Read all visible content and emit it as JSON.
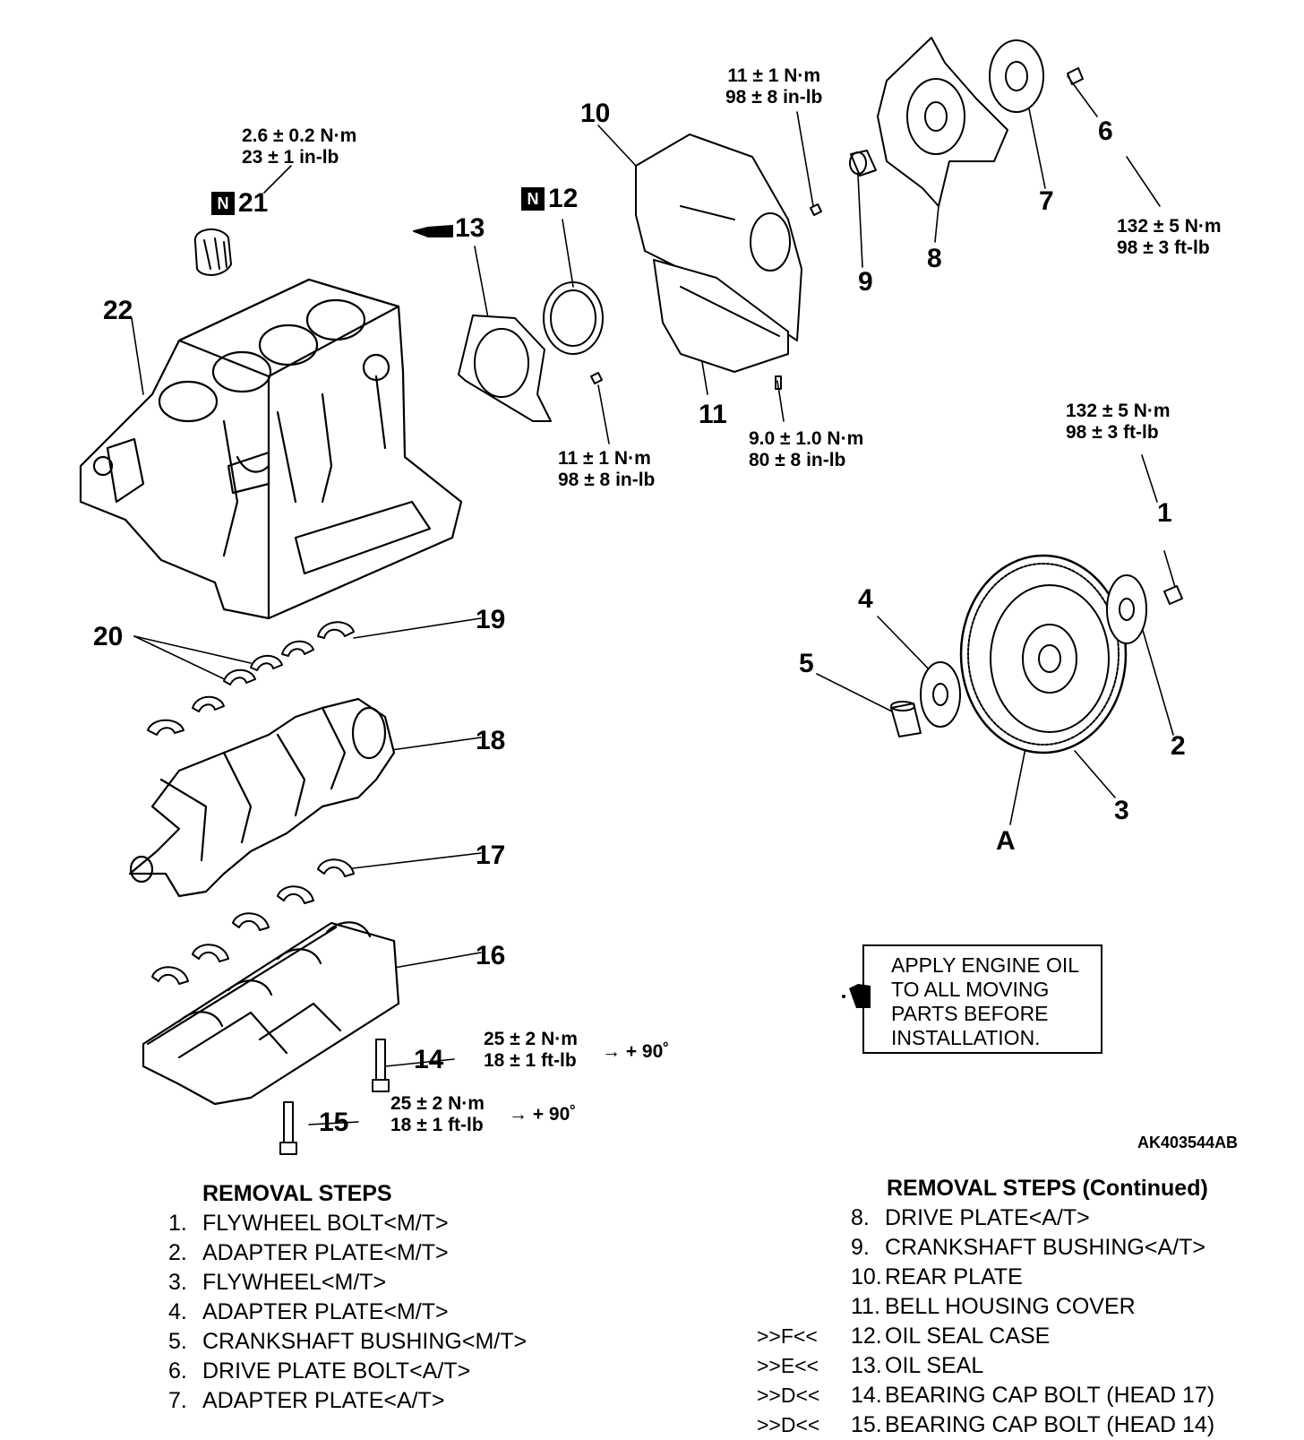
{
  "labels": {
    "n1": "1",
    "n2": "2",
    "n3": "3",
    "n4": "4",
    "n5": "5",
    "n6": "6",
    "n7": "7",
    "n8": "8",
    "n9": "9",
    "n10": "10",
    "n11": "11",
    "n12": "12",
    "n13": "13",
    "n14": "14",
    "n15": "15",
    "n16": "16",
    "n17": "17",
    "n18": "18",
    "n19": "19",
    "n20": "20",
    "n21": "21",
    "n22": "22",
    "A": "A",
    "N": "N"
  },
  "torques": {
    "t21": [
      "2.6 ± 0.2 N·m",
      "23 ± 1 in-lb"
    ],
    "t_rear_plate_bolt": [
      "11 ± 1 N·m",
      "98 ± 8 in-lb"
    ],
    "t6": [
      "132 ± 5 N·m",
      "98 ± 3 ft-lb"
    ],
    "t1": [
      "132 ± 5 N·m",
      "98 ± 3 ft-lb"
    ],
    "t_oil_seal_case_bolt": [
      "11 ± 1 N·m",
      "98 ± 8 in-lb"
    ],
    "t_bell_cover_bolt": [
      "9.0 ± 1.0 N·m",
      "80 ± 8 in-lb"
    ],
    "t14": [
      "25 ± 2 N·m",
      "18 ± 1 ft-lb"
    ],
    "t15": [
      "25 ± 2 N·m",
      "18 ± 1 ft-lb"
    ],
    "angle": "→ + 90˚"
  },
  "oil_note": [
    "APPLY ENGINE OIL",
    "TO ALL MOVING",
    "PARTS BEFORE",
    "INSTALLATION."
  ],
  "code": "AK403544AB",
  "removal_steps": {
    "title": "REMOVAL STEPS",
    "items": [
      {
        "num": "1.",
        "text": "FLYWHEEL BOLT<M/T>"
      },
      {
        "num": "2.",
        "text": "ADAPTER PLATE<M/T>"
      },
      {
        "num": "3.",
        "text": "FLYWHEEL<M/T>"
      },
      {
        "num": "4.",
        "text": "ADAPTER PLATE<M/T>"
      },
      {
        "num": "5.",
        "text": "CRANKSHAFT BUSHING<M/T>"
      },
      {
        "num": "6.",
        "text": "DRIVE PLATE BOLT<A/T>"
      },
      {
        "num": "7.",
        "text": "ADAPTER PLATE<A/T>"
      }
    ]
  },
  "removal_steps_continued": {
    "title": "REMOVAL STEPS (Continued)",
    "items": [
      {
        "mark": "",
        "num": "8.",
        "text": "DRIVE PLATE<A/T>"
      },
      {
        "mark": "",
        "num": "9.",
        "text": "CRANKSHAFT BUSHING<A/T>"
      },
      {
        "mark": "",
        "num": "10.",
        "text": "REAR PLATE"
      },
      {
        "mark": "",
        "num": "11.",
        "text": "BELL HOUSING COVER"
      },
      {
        "mark": ">>F<<",
        "num": "12.",
        "text": "OIL SEAL CASE"
      },
      {
        "mark": ">>E<<",
        "num": "13.",
        "text": "OIL SEAL"
      },
      {
        "mark": ">>D<<",
        "num": "14.",
        "text": "BEARING CAP BOLT (HEAD 17)"
      },
      {
        "mark": ">>D<<",
        "num": "15.",
        "text": "BEARING CAP BOLT (HEAD 14)"
      }
    ]
  }
}
